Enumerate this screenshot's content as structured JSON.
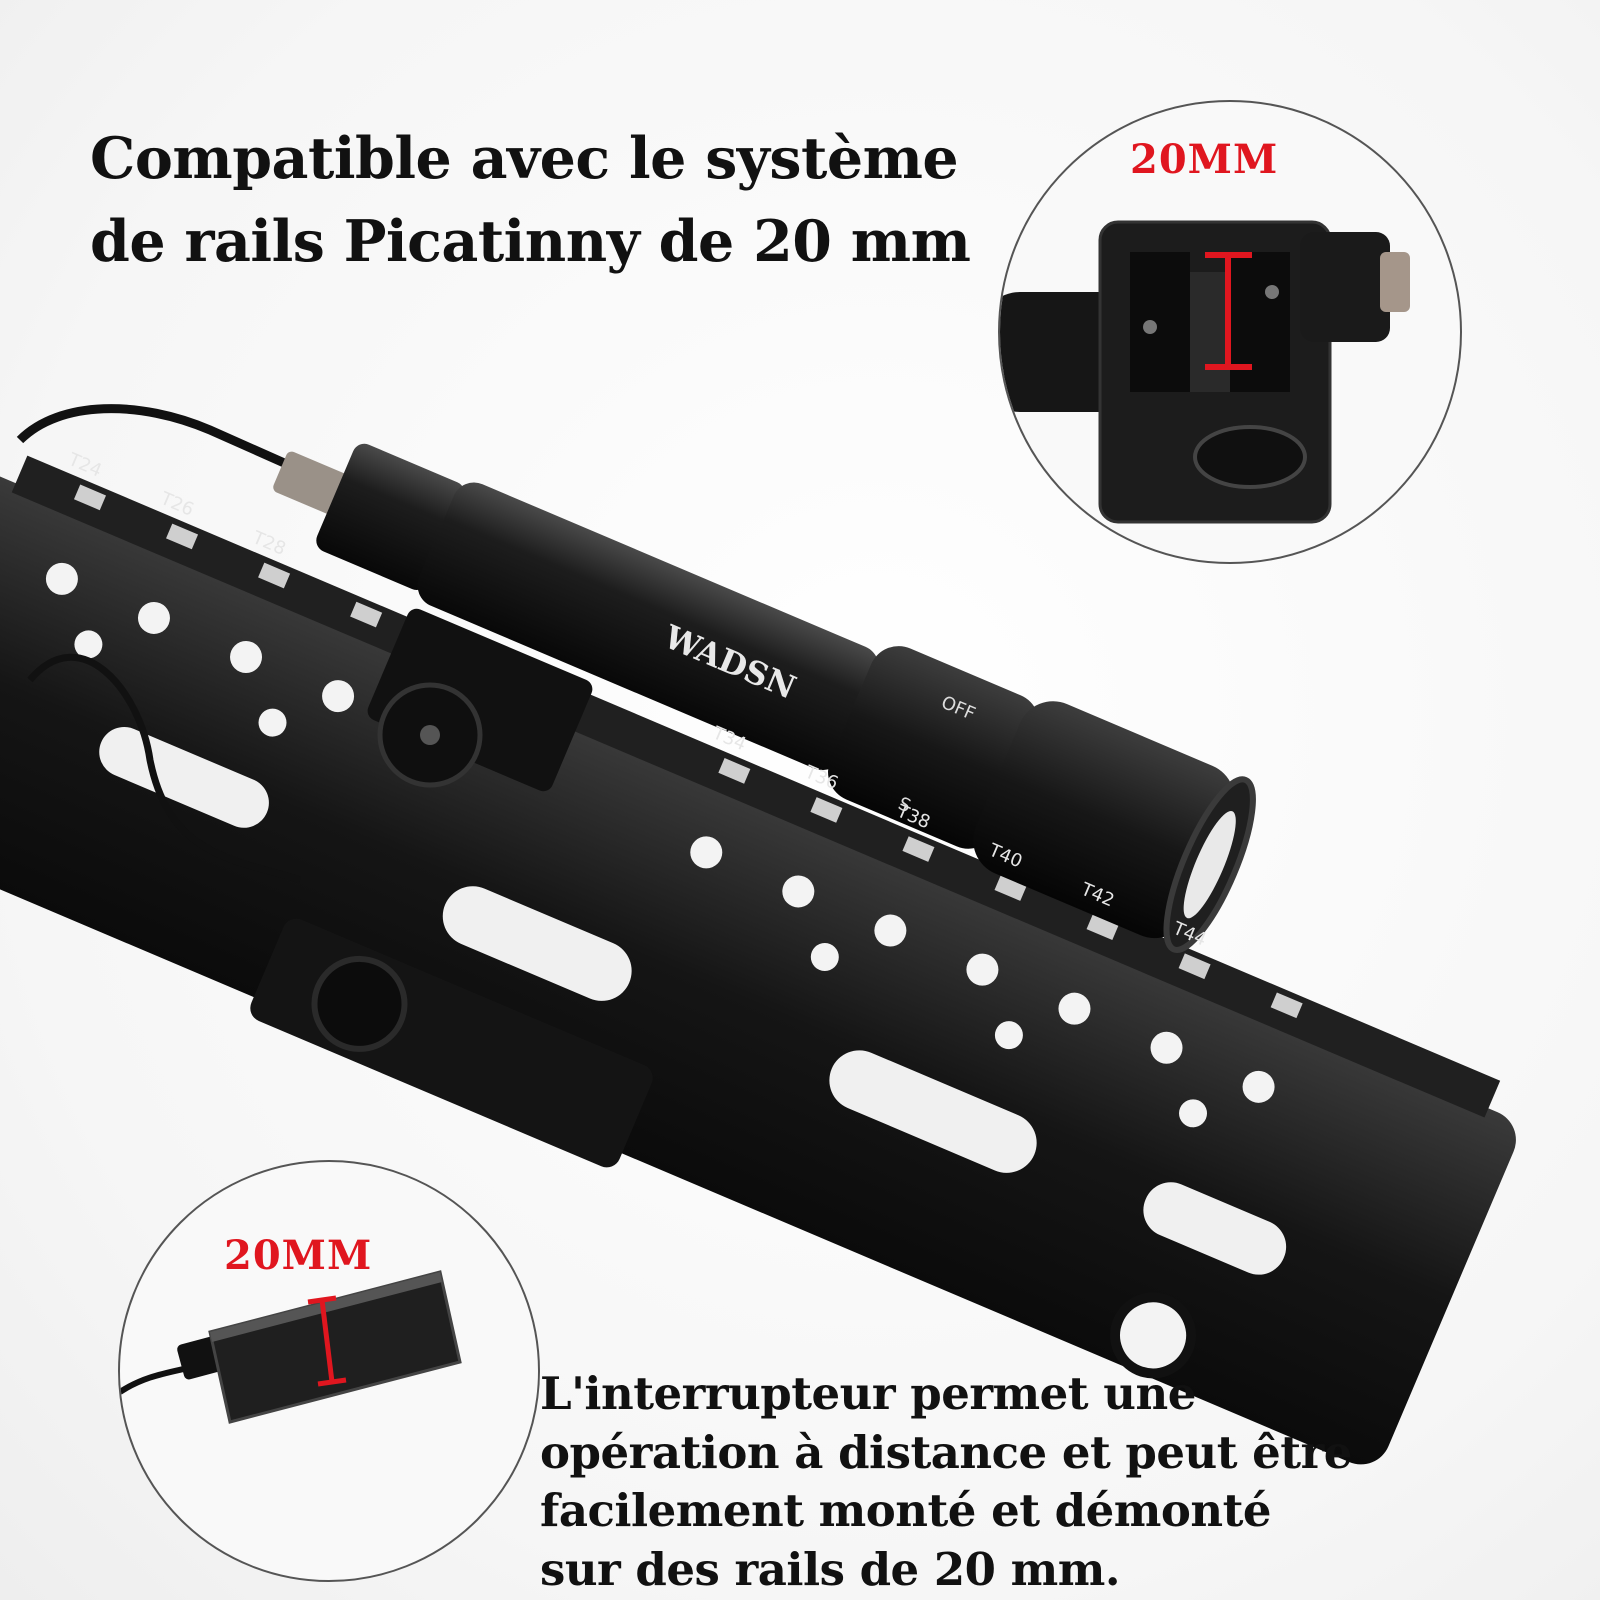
{
  "headline": {
    "line1": "Compatible avec le système",
    "line2": "de rails Picatinny de 20 mm"
  },
  "inset_mount": {
    "label": "20MM"
  },
  "inset_switch": {
    "label": "20MM"
  },
  "caption": {
    "line1": "L'interrupteur permet une",
    "line2": "opération à distance et peut être",
    "line3": "facilement monté et démonté",
    "line4": "sur des rails de 20 mm."
  },
  "product": {
    "brand": "WADSN",
    "switch_off": "OFF",
    "switch_s": "S",
    "rail_markings": [
      "T24",
      "T26",
      "T28",
      "T34",
      "T36",
      "T38",
      "T40",
      "T42",
      "T44"
    ]
  },
  "colors": {
    "accent": "#e0161f",
    "text": "#111111",
    "metal": "#1b1b1b"
  }
}
